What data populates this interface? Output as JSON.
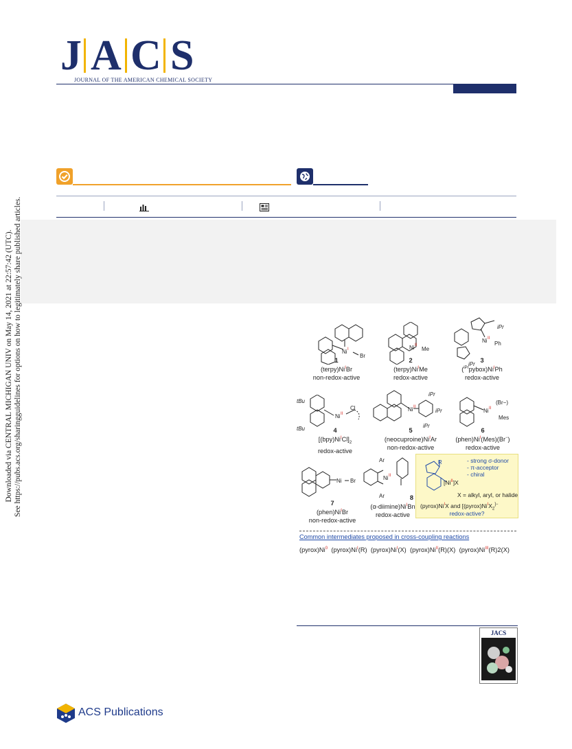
{
  "journal": {
    "letters": [
      "J",
      "A",
      "C",
      "S"
    ],
    "subtitle": "JOURNAL OF THE AMERICAN CHEMICAL SOCIETY"
  },
  "notice": {
    "line1": "Downloaded via CENTRAL MICHIGAN UNIV on May 14, 2021 at 22:57:42 (UTC).",
    "line2": "See https://pubs.acs.org/sharingguidelines for options on how to legitimately share published articles."
  },
  "figure": {
    "compounds": [
      {
        "num": "1",
        "name_pre": "(terpy)Ni",
        "ox": "I",
        "name_post": "Br",
        "redox": "non-redox-active",
        "atom": "Ni",
        "sup": "I",
        "ligand": "Br"
      },
      {
        "num": "2",
        "name_pre": "(terpy)Ni",
        "ox": "I",
        "name_post": "Me",
        "redox": "redox-active",
        "atom": "Ni",
        "sup": "II",
        "ligand": "Me"
      },
      {
        "num": "3",
        "name_pre": "(",
        "ox": "I",
        "name_post": "Ph",
        "ligand_sup": "iPr",
        "name_mid": "pybox)Ni",
        "redox": "redox-active",
        "atom": "Ni",
        "sup": "II",
        "ligand": "Ph",
        "sub_label": "iPr"
      },
      {
        "num": "4",
        "name_pre": "[(bpy)Ni",
        "ox": "I",
        "name_post": "Cl]",
        "sub": "2",
        "redox": "redox-active",
        "atom": "Ni",
        "sup": "II",
        "ligand": "Cl",
        "sub_label": "tBu"
      },
      {
        "num": "5",
        "name_pre": "(neocuproine)Ni",
        "ox": "I",
        "name_post": "Ar",
        "redox": "non-redox-active",
        "atom": "Ni",
        "sup": "II",
        "ligand": "iPr"
      },
      {
        "num": "6",
        "name_pre": "(phen)Ni",
        "ox": "I",
        "name_post": "(Mes)(Br",
        "post_sup": "−",
        "post_end": ")",
        "redox": "redox-active",
        "atom": "Ni",
        "sup": "II",
        "ligand": "(Br−)",
        "ligand2": "Mes"
      },
      {
        "num": "7",
        "name_pre": "(phen)Ni",
        "ox": "I",
        "name_post": "Br",
        "redox": "non-redox-active",
        "atom": "Ni",
        "ligand": "Br"
      },
      {
        "num": "8",
        "name_pre": "(α-diimine)Ni",
        "ox": "I",
        "name_post": "Bn",
        "redox": "redox-active",
        "atom": "Ni",
        "sup": "II",
        "ligand": "Ar"
      }
    ],
    "pyrox": {
      "group": "R",
      "atom": "[Ni",
      "ox": "II",
      "atom_end": "]X",
      "features": [
        "- strong σ-donor",
        "- π-acceptor",
        "- chiral"
      ],
      "x_def": "X = alkyl, aryl, or halide",
      "line_pre": "(pyrox)Ni",
      "ox1": "I",
      "line_mid": "X and [(pyrox)Ni",
      "ox2": "I",
      "line_end": "X",
      "line_sub": "2",
      "line_sup": "]−",
      "question": "redox-active?"
    },
    "intermediates_heading": "Common intermediates proposed in cross-coupling reactions",
    "intermediates": [
      {
        "pre": "(pyrox)Ni",
        "ox": "0",
        "post": ""
      },
      {
        "pre": "(pyrox)Ni",
        "ox": "I",
        "post": "(R)"
      },
      {
        "pre": "(pyrox)Ni",
        "ox": "I",
        "post": "(X)"
      },
      {
        "pre": "(pyrox)Ni",
        "ox": "II",
        "post": "(R)(X)"
      },
      {
        "pre": "(pyrox)Ni",
        "ox": "III",
        "post": "(R)2(X)"
      }
    ]
  },
  "footer": {
    "publisher": "ACS Publications"
  },
  "toc": {
    "label": "JACS"
  },
  "colors": {
    "navy": "#1e2f6b",
    "gold": "#f2b400",
    "orange": "#f0a12a",
    "red": "#d6261e",
    "blue": "#1f4aa8"
  }
}
